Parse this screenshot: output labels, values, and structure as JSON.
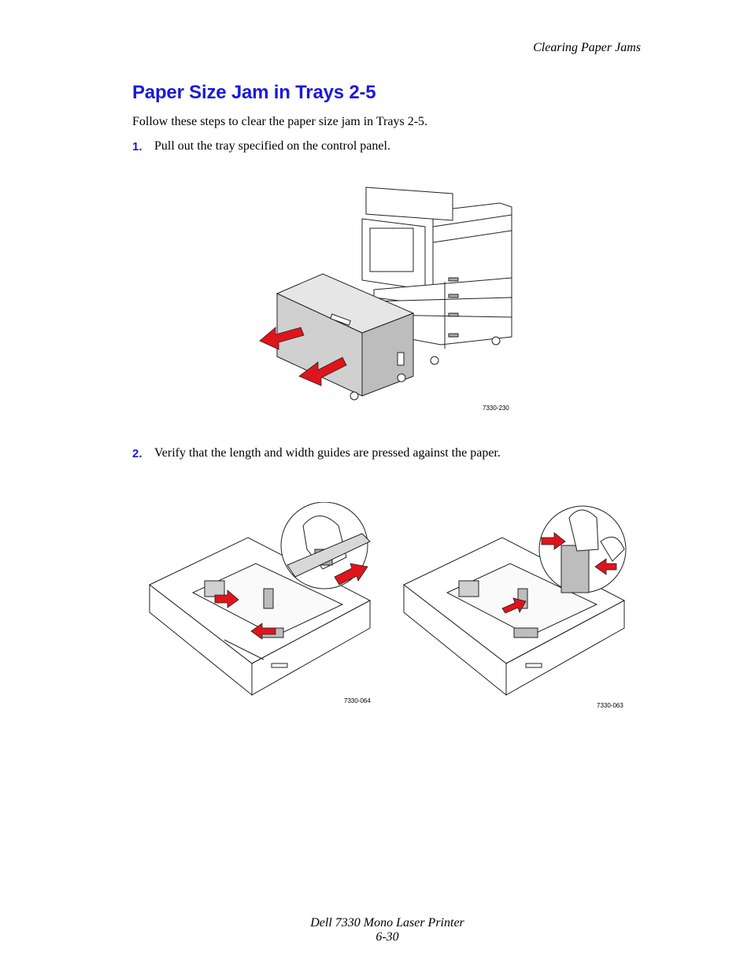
{
  "header": {
    "section": "Clearing Paper Jams"
  },
  "page": {
    "title": "Paper Size Jam in Trays 2-5",
    "intro": "Follow these steps to clear the paper size jam in Trays 2-5."
  },
  "steps": [
    {
      "number": "1.",
      "text": "Pull out the tray specified on the control panel."
    },
    {
      "number": "2.",
      "text": "Verify that the length and width guides are pressed against the paper."
    }
  ],
  "figures": {
    "printer": {
      "label": "7330-230"
    },
    "tray_left": {
      "label": "7330-064"
    },
    "tray_right": {
      "label": "7330-063"
    }
  },
  "footer": {
    "product": "Dell 7330 Mono Laser Printer",
    "page_number": "6-30"
  },
  "colors": {
    "heading": "#1a1adb",
    "arrow": "#e0141c",
    "line": "#222222",
    "fill": "#d8d8d8"
  }
}
